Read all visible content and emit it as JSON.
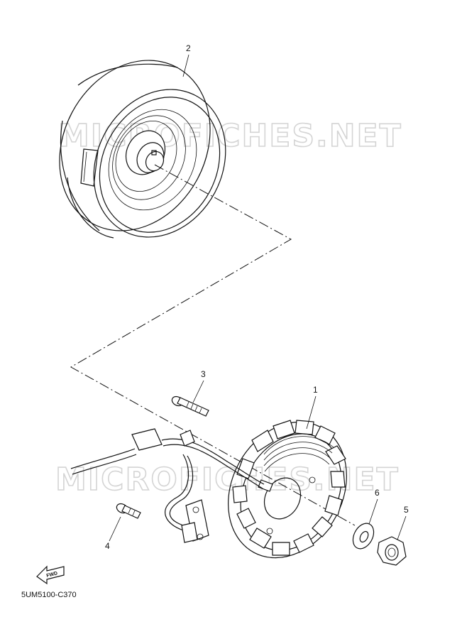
{
  "watermark": "MICROFICHES.NET",
  "parts": [
    {
      "id": "part-1",
      "number": "1"
    },
    {
      "id": "part-2",
      "number": "2"
    },
    {
      "id": "part-3",
      "number": "3"
    },
    {
      "id": "part-4",
      "number": "4"
    },
    {
      "id": "part-5",
      "number": "5"
    },
    {
      "id": "part-6",
      "number": "6"
    }
  ],
  "fwd_label": "FWD",
  "diagram_code": "5UM5100-C370"
}
